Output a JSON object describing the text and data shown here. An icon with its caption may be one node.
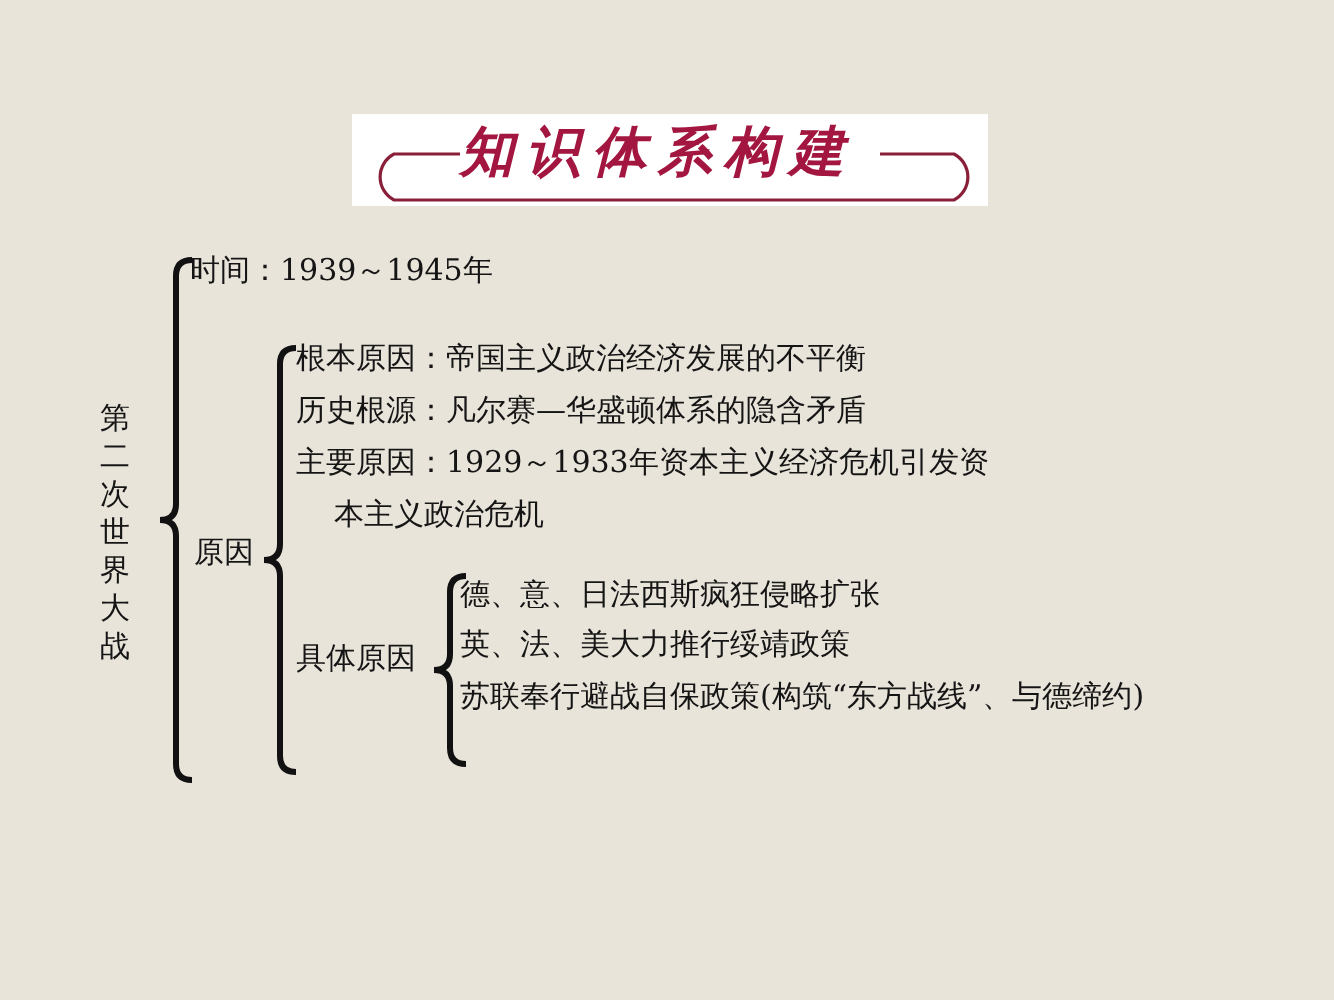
{
  "diagram": {
    "title": "知识体系构建",
    "labels": [
      "第二次世界大战",
      "时间：1939～1945年",
      "原因",
      "根本原因：帝国主义政治经济发展的不平衡",
      "历史根源：凡尔赛—华盛顿体系的隐含矛盾",
      "主要原因：1929～1933年资本主义经济危机引发资本主义政治危机",
      "具体原因",
      "德、意、日法西斯疯狂侵略扩张",
      "英、法、美大力推行绥靖政策",
      "苏联奉行避战自保政策(构筑“东方战线”、与德缔约)"
    ]
  }
}
